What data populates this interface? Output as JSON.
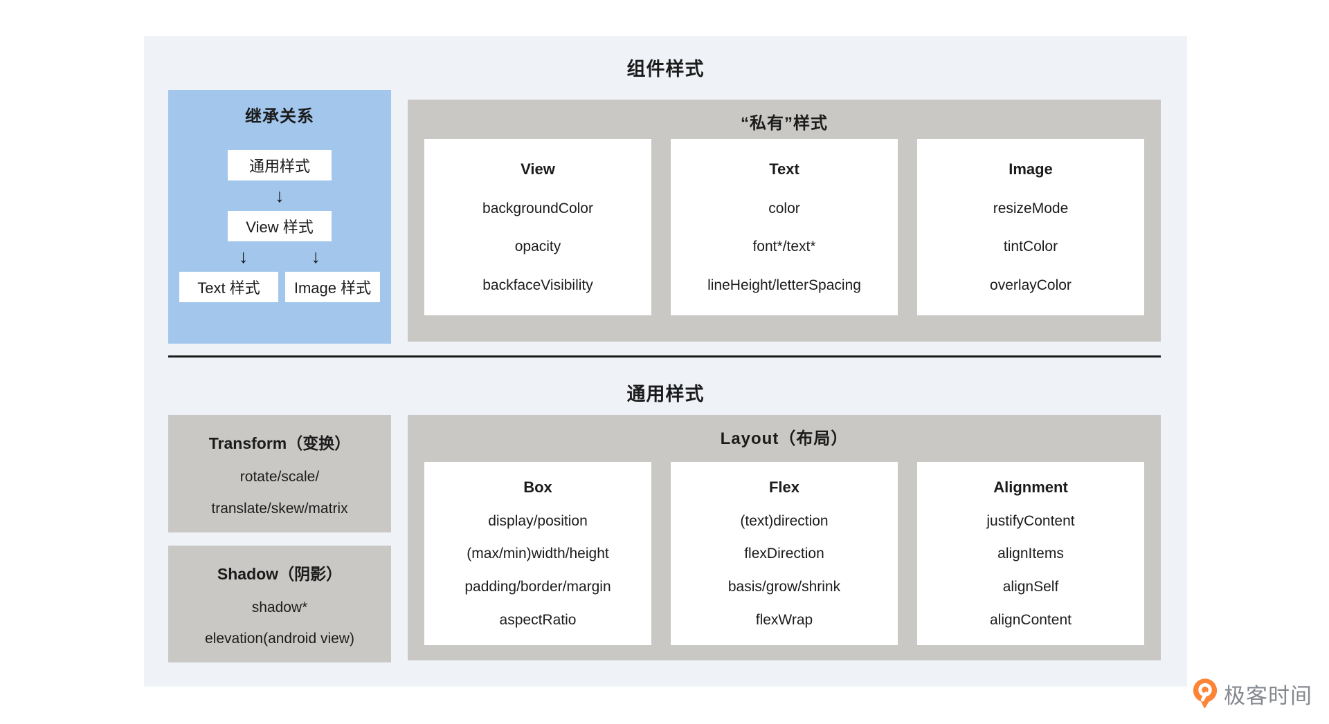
{
  "diagram": {
    "top_title": "组件样式",
    "bottom_title": "通用样式"
  },
  "icons": {
    "down_arrow": "↓"
  },
  "inheritance": {
    "title": "继承关系",
    "node_common": "通用样式",
    "node_view": "View 样式",
    "node_text": "Text 样式",
    "node_image": "Image 样式"
  },
  "private_styles": {
    "title": "“私有”样式",
    "cards": [
      {
        "title": "View",
        "items": [
          "backgroundColor",
          "opacity",
          "backfaceVisibility"
        ]
      },
      {
        "title": "Text",
        "items": [
          "color",
          "font*/text*",
          "lineHeight/letterSpacing"
        ]
      },
      {
        "title": "Image",
        "items": [
          "resizeMode",
          "tintColor",
          "overlayColor"
        ]
      }
    ]
  },
  "common_styles": {
    "transform_card": {
      "title": "Transform（变换）",
      "items": [
        "rotate/scale/",
        "translate/skew/matrix"
      ]
    },
    "shadow_card": {
      "title": "Shadow（阴影）",
      "items": [
        "shadow*",
        "elevation(android view)"
      ]
    },
    "layout_group": {
      "title": "Layout（布局）",
      "cards": [
        {
          "title": "Box",
          "items": [
            "display/position",
            "(max/min)width/height",
            "padding/border/margin",
            "aspectRatio"
          ]
        },
        {
          "title": "Flex",
          "items": [
            "(text)direction",
            "flexDirection",
            "basis/grow/shrink",
            "flexWrap"
          ]
        },
        {
          "title": "Alignment",
          "items": [
            "justifyContent",
            "alignItems",
            "alignSelf",
            "alignContent"
          ]
        }
      ]
    }
  },
  "branding": {
    "logo_text": "极客时间"
  },
  "colors": {
    "canvas_bg": "#eff3f8",
    "inheritance_blue": "#a3c7ec",
    "group_gray": "#c9c8c5",
    "card_white": "#ffffff",
    "text": "#1b1b1b",
    "logo_orange": "#fb8437",
    "logo_text_gray": "#85898f"
  }
}
